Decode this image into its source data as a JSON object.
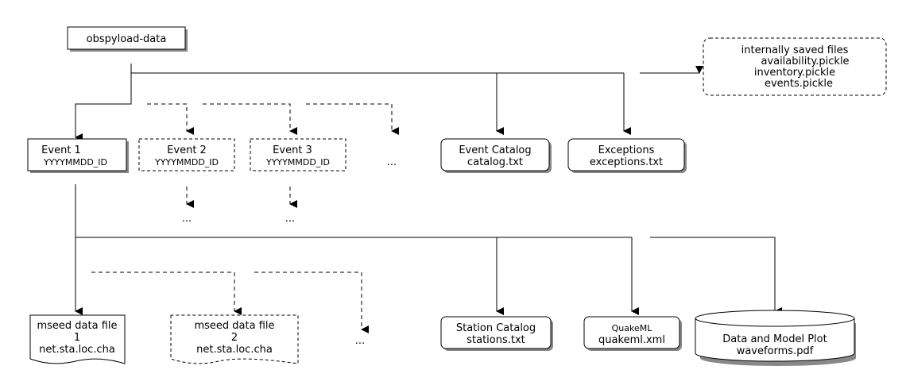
{
  "root": {
    "label": "obspyload-data"
  },
  "internal": {
    "title": "internally saved files",
    "files": [
      "availability.pickle",
      "inventory.pickle",
      "events.pickle"
    ]
  },
  "events": [
    {
      "title": "Event 1",
      "id": "YYYYMMDD_ID"
    },
    {
      "title": "Event 2",
      "id": "YYYYMMDD_ID"
    },
    {
      "title": "Event 3",
      "id": "YYYYMMDD_ID"
    }
  ],
  "event_catalog": {
    "title": "Event Catalog",
    "file": "catalog.txt"
  },
  "exceptions": {
    "title": "Exceptions",
    "file": "exceptions.txt"
  },
  "mseed_files": [
    {
      "title": "mseed data file",
      "num": "1",
      "file": "net.sta.loc.cha"
    },
    {
      "title": "mseed data file",
      "num": "2",
      "file": "net.sta.loc.cha"
    }
  ],
  "station_catalog": {
    "title": "Station Catalog",
    "file": "stations.txt"
  },
  "quakeml": {
    "title": "QuakeML",
    "file": "quakeml.xml"
  },
  "plot": {
    "title": "Data and Model Plot",
    "file": "waveforms.pdf"
  },
  "ellipsis": "..."
}
